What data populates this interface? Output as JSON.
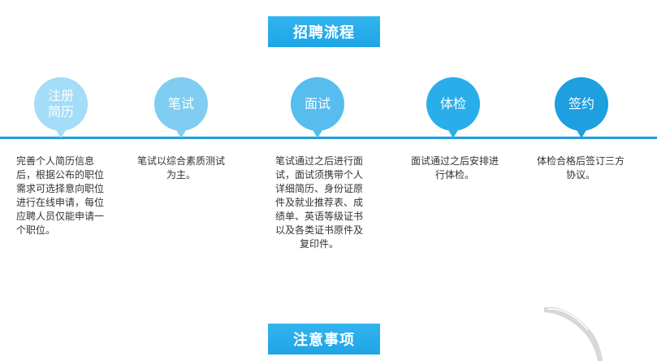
{
  "banner_top": "招聘流程",
  "banner_bottom": "注意事项",
  "steps": [
    {
      "label": "注册简历",
      "color": "#a3ddf7",
      "desc": "完善个人简历信息后，根据公布的职位需求可选择意向职位进行在线申请，每位应聘人员仅能申请一个职位。"
    },
    {
      "label": "笔试",
      "color": "#7fcdf0",
      "desc": "笔试以综合素质测试为主。"
    },
    {
      "label": "面试",
      "color": "#56bdee",
      "desc": "笔试通过之后进行面试，面试须携带个人详细简历、身份证原件及就业推荐表、成绩单、英语等级证书以及各类证书原件及复印件。"
    },
    {
      "label": "体检",
      "color": "#2aaee9",
      "desc": "面试通过之后安排进行体检。"
    },
    {
      "label": "签约",
      "color": "#1d9fe0",
      "desc": "体检合格后签订三方协议。"
    }
  ],
  "colors": {
    "accent": "#1ea5e6",
    "timeline": "#1e9fdf"
  }
}
